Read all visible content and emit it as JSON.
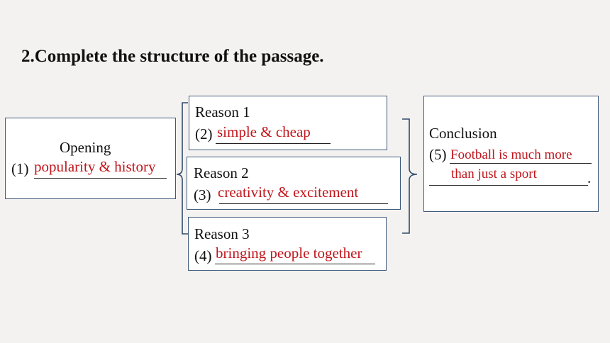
{
  "title": "2.Complete the structure of the passage.",
  "opening": {
    "label": "Opening",
    "num": "(1)",
    "answer": "popularity & history"
  },
  "reasons": [
    {
      "label": "Reason 1",
      "num": "(2)",
      "answer": "simple & cheap"
    },
    {
      "label": "Reason 2",
      "num": "(3)",
      "answer": "creativity & excitement"
    },
    {
      "label": "Reason 3",
      "num": "(4)",
      "answer": "bringing people together"
    }
  ],
  "conclusion": {
    "label": "Conclusion",
    "num": "(5)",
    "answer_line1": "Football is much more",
    "answer_line2": "than just a sport",
    "end_mark": "."
  },
  "colors": {
    "answer": "#c0161c",
    "border": "#3f5a7c",
    "bracket": "#2f4a6c",
    "background": "#f4f2f0"
  }
}
